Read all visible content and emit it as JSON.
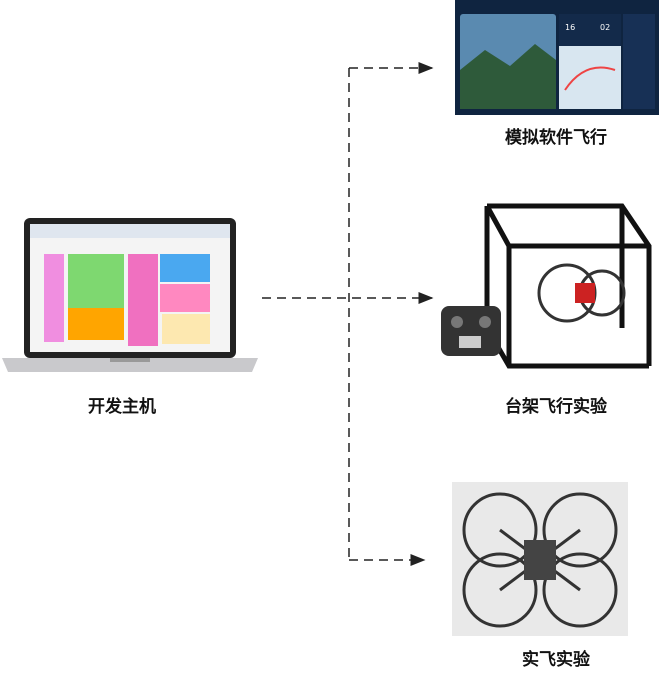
{
  "nodes": {
    "host": {
      "label": "开发主机"
    },
    "sim": {
      "label": "模拟软件飞行",
      "screen_values": [
        "16",
        "02"
      ]
    },
    "bench": {
      "label": "台架飞行实验"
    },
    "real": {
      "label": "实飞实验"
    }
  },
  "colors": {
    "arrow": "#222222",
    "sim_bg": "#0f2440",
    "map_bg": "#d8e6f0"
  }
}
